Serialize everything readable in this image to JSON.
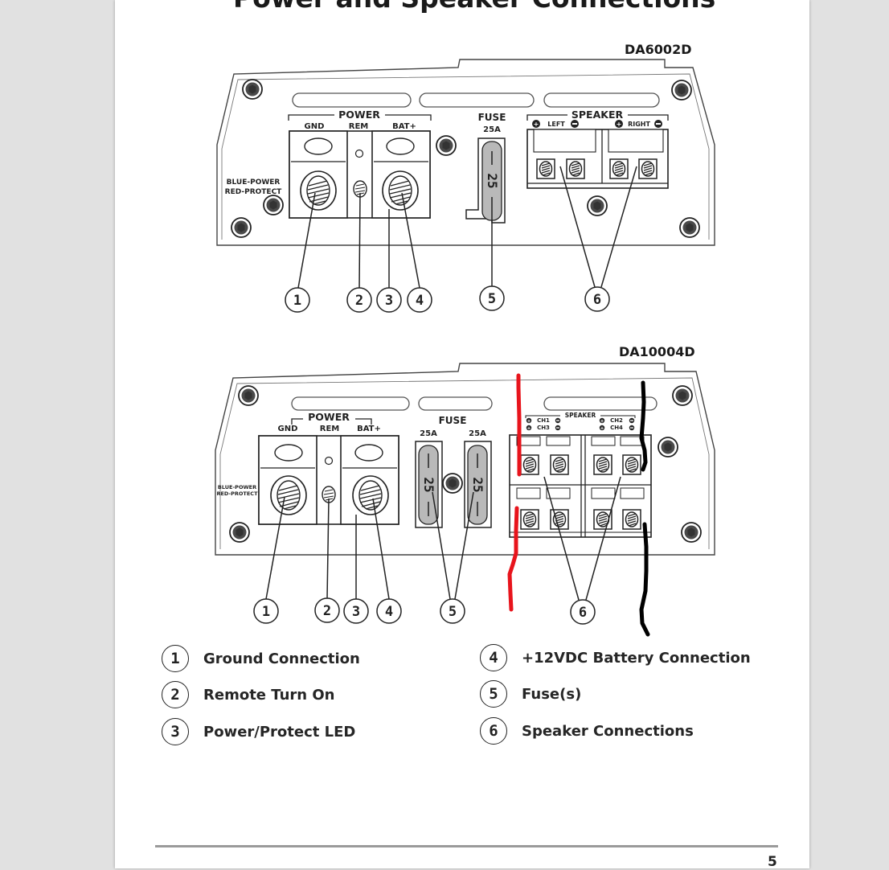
{
  "document": {
    "title": "Power and Speaker Connections",
    "page_number": "5"
  },
  "diagrams": [
    {
      "model": "DA6002D",
      "power_label": "POWER",
      "terminals": [
        "GND",
        "REM",
        "BAT+"
      ],
      "led_label_lines": [
        "BLUE-POWER",
        "RED-PROTECT"
      ],
      "fuse_heading": "FUSE",
      "fuse_ratings": [
        "25A"
      ],
      "fuse_marking": "25",
      "speaker_label": "SPEAKER",
      "speaker_channels": [
        "LEFT",
        "RIGHT"
      ],
      "callouts": [
        "1",
        "2",
        "3",
        "4",
        "5",
        "6"
      ]
    },
    {
      "model": "DA10004D",
      "power_label": "POWER",
      "terminals": [
        "GND",
        "REM",
        "BAT+"
      ],
      "led_label_lines": [
        "BLUE-POWER",
        "RED-PROTECT"
      ],
      "fuse_heading": "FUSE",
      "fuse_ratings": [
        "25A",
        "25A"
      ],
      "fuse_marking": "25",
      "speaker_label": "SPEAKER",
      "speaker_channels": [
        "CH1",
        "CH3",
        "CH2",
        "CH4"
      ],
      "callouts": [
        "1",
        "2",
        "3",
        "4",
        "5",
        "6"
      ]
    }
  ],
  "legend": [
    {
      "number": "1",
      "label": "Ground Connection"
    },
    {
      "number": "2",
      "label": "Remote Turn On"
    },
    {
      "number": "3",
      "label": "Power/Protect LED"
    },
    {
      "number": "4",
      "label": "+12VDC Battery Connection"
    },
    {
      "number": "5",
      "label": "Fuse(s)"
    },
    {
      "number": "6",
      "label": "Speaker Connections"
    }
  ],
  "colors": {
    "annotation_red": "#e8141c",
    "annotation_black": "#000000",
    "fuse_fill": "#b9b9b9"
  }
}
